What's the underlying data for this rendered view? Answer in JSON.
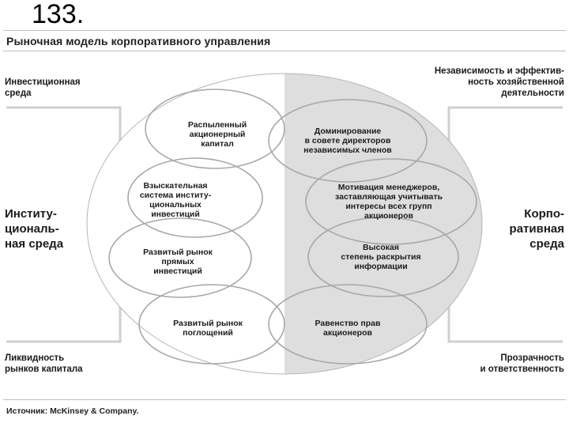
{
  "slide_number": "133.",
  "title": "Рыночная модель корпоративного управления",
  "corners": {
    "top_left": [
      "Инвестиционная",
      "среда"
    ],
    "top_right": [
      "Независимость и эффектив-",
      "ность хозяйственной",
      "деятельности"
    ],
    "bottom_left": [
      "Ликвидность",
      "рынков капитала"
    ],
    "bottom_right": [
      "Прозрачность",
      "и ответственность"
    ]
  },
  "sides": {
    "left": [
      "Институ-",
      "циональ-",
      "ная среда"
    ],
    "right": [
      "Корпо-",
      "ративная",
      "среда"
    ]
  },
  "left_items": [
    [
      "Распыленный",
      "акционерный",
      "капитал"
    ],
    [
      "Взыскательная",
      "система институ-",
      "циональных",
      "инвестиций"
    ],
    [
      "Развитый рынок",
      "прямых",
      "инвестиций"
    ],
    [
      "Развитый рынок",
      "поглощений"
    ]
  ],
  "right_items": [
    [
      "Доминирование",
      "в совете директоров",
      "независимых членов"
    ],
    [
      "Мотивация менеджеров,",
      "заставляющая учитывать",
      "интересы всех групп",
      "акционеров"
    ],
    [
      "Высокая",
      "степень раскрытия",
      "информации"
    ],
    [
      "Равенство прав",
      "акционеров"
    ]
  ],
  "source": "Источник: McKinsey & Company.",
  "colors": {
    "left_fill": "#ffffff",
    "right_fill": "#dcdcdc",
    "stroke": "#aaaaaa",
    "connector": "#cfcfcf"
  }
}
